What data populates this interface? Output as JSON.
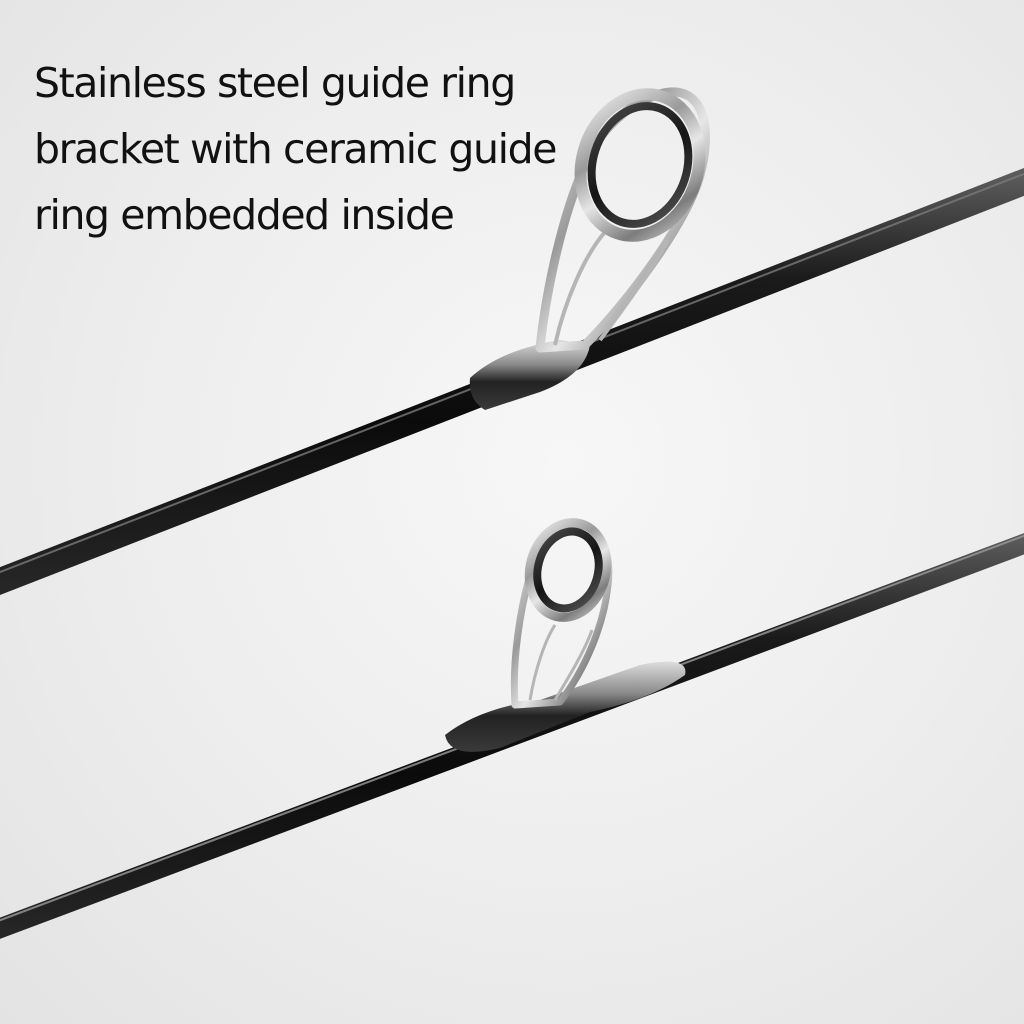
{
  "caption": {
    "lines": [
      "Stainless steel guide ring",
      "bracket with ceramic guide",
      "ring embedded inside"
    ]
  },
  "colors": {
    "background": "#ededed",
    "text": "#111111",
    "rod_blank": "#141414",
    "steel_frame": "#c8c8c8",
    "ceramic_ring": "#2a2a2a"
  }
}
